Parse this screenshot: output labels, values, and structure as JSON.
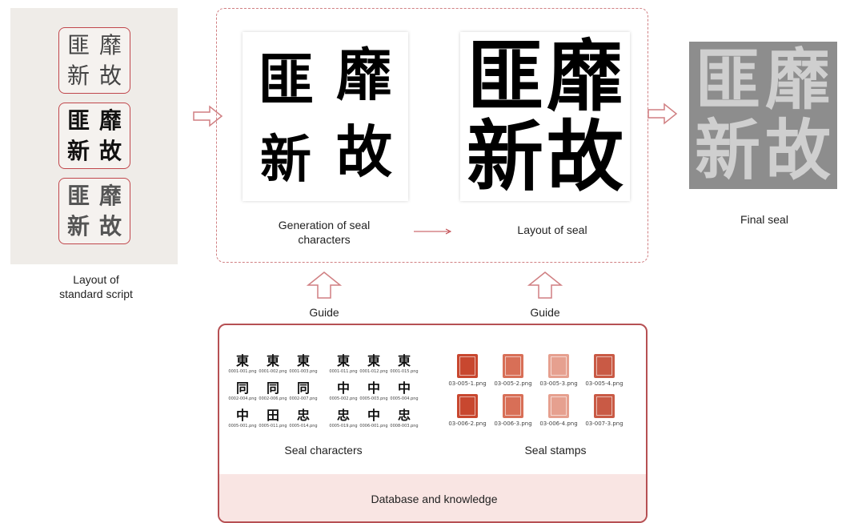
{
  "labels": {
    "layout_standard": "Layout of\nstandard script",
    "generation": "Generation of seal\ncharacters",
    "layout_seal": "Layout of seal",
    "final_seal": "Final seal",
    "guide_left": "Guide",
    "guide_right": "Guide",
    "seal_characters": "Seal characters",
    "seal_stamps": "Seal stamps",
    "database": "Database and knowledge"
  },
  "characters": [
    "匪",
    "靡",
    "新",
    "故"
  ],
  "seal_character_files": [
    [
      "0001-001.png",
      "0001-002.png",
      "0001-003.png",
      "0001-011.png",
      "0001-012.png",
      "0001-015.png"
    ],
    [
      "0002-004.png",
      "0002-006.png",
      "0002-007.png",
      "0005-002.png",
      "0005-003.png",
      "0005-004.png"
    ],
    [
      "0005-001.png",
      "0005-011.png",
      "0005-014.png",
      "0005-019.png",
      "0006-001.png",
      "0008-003.png"
    ]
  ],
  "seal_character_glyphs": [
    [
      "東",
      "東",
      "東",
      "東",
      "東",
      "東"
    ],
    [
      "同",
      "同",
      "同",
      "中",
      "中",
      "中"
    ],
    [
      "中",
      "田",
      "忠",
      "忠",
      "中",
      "忠"
    ]
  ],
  "seal_stamp_files": [
    [
      "03-005-1.png",
      "03-005-2.png",
      "03-005-3.png",
      "03-005-4.png"
    ],
    [
      "03-006-2.png",
      "03-006-3.png",
      "03-006-4.png",
      "03-007-3.png"
    ]
  ],
  "colors": {
    "accent": "#c0474c",
    "dashed": "#d07f82",
    "db_band": "#f9e5e3",
    "stamp_red": "#c94a3a"
  }
}
